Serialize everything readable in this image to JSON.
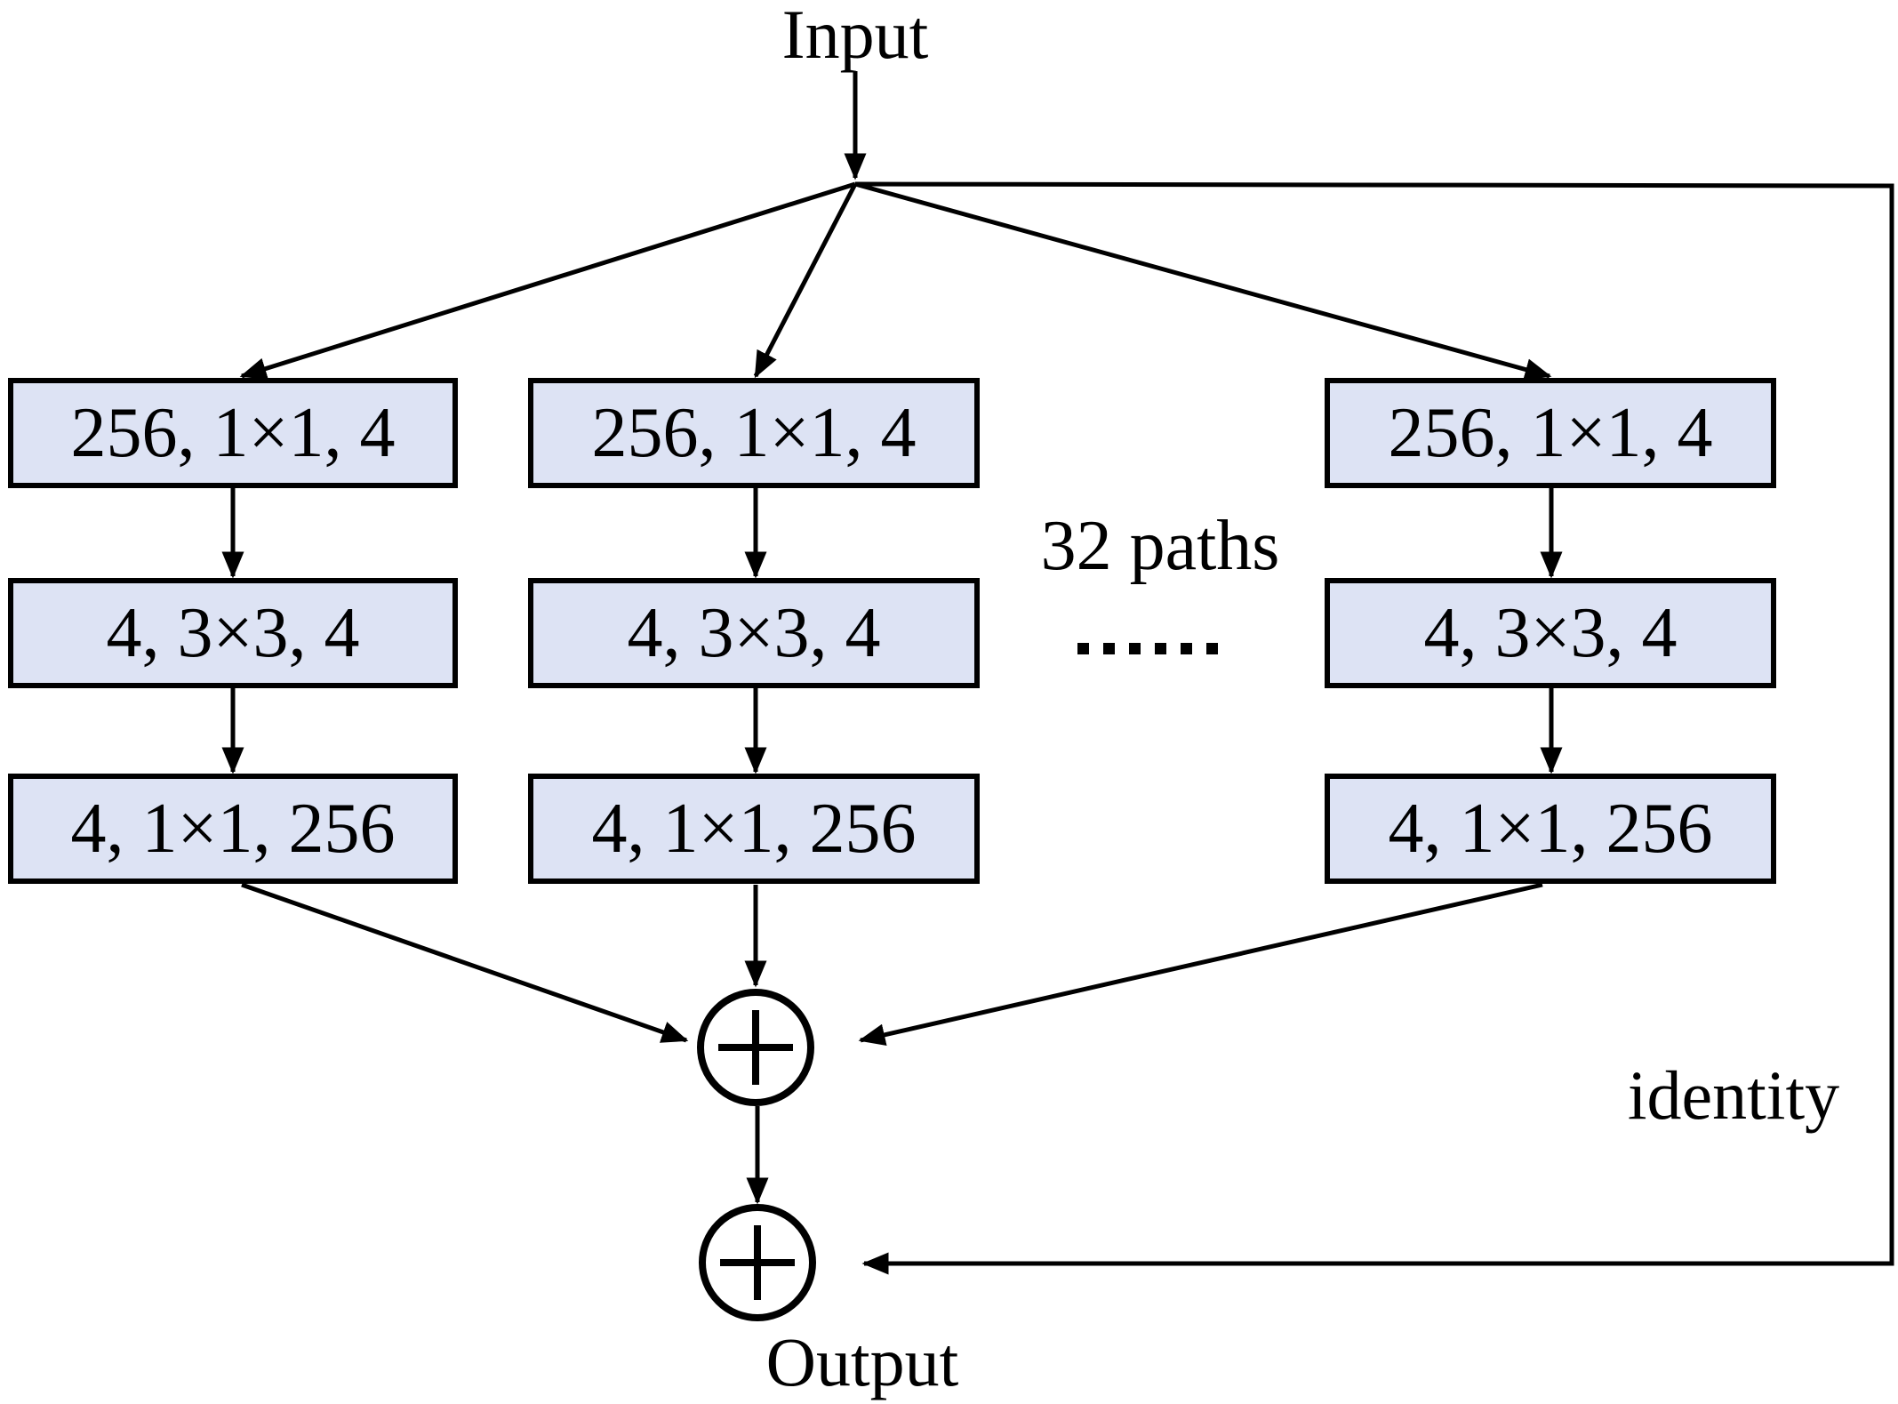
{
  "input_label": "Input",
  "output_label": "Output",
  "identity_label": "identity",
  "paths_label": "32 paths",
  "ellipsis": "......",
  "paths": [
    {
      "layers": [
        "256, 1×1, 4",
        "4, 3×3, 4",
        "4, 1×1, 256"
      ]
    },
    {
      "layers": [
        "256, 1×1, 4",
        "4, 3×3, 4",
        "4, 1×1, 256"
      ]
    },
    {
      "layers": [
        "256, 1×1, 4",
        "4, 3×3, 4",
        "4, 1×1, 256"
      ]
    }
  ],
  "sum_nodes": [
    "aggregate-sum",
    "residual-sum"
  ],
  "colors": {
    "box_fill": "#dde3f4",
    "stroke": "#000000",
    "background": "#ffffff"
  }
}
